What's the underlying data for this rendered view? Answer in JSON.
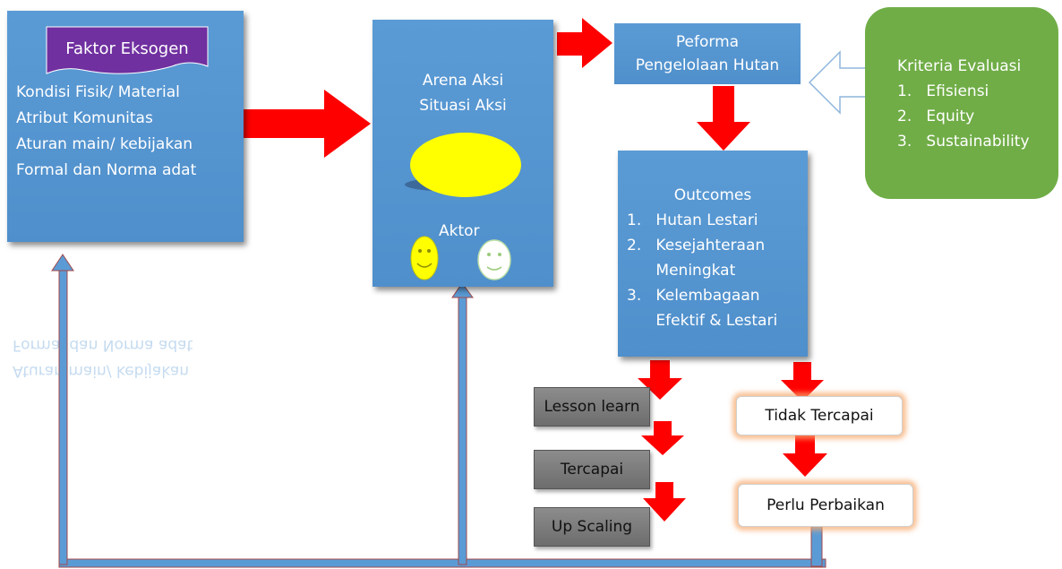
{
  "faktor_eksogen": {
    "title": "Faktor Eksogen",
    "lines": [
      "Kondisi Fisik/ Material",
      "Atribut Komunitas",
      "Aturan main/ kebijakan",
      "Formal dan Norma adat"
    ]
  },
  "arena": {
    "line1": "Arena Aksi",
    "line2": "Situasi Aksi",
    "aktor": "Aktor"
  },
  "peforma": {
    "line1": "Peforma",
    "line2": "Pengelolaan Hutan"
  },
  "kriteria": {
    "title": "Kriteria Evaluasi",
    "items": [
      "1.   Efisiensi",
      "2.   Equity",
      "3.   Sustainability"
    ]
  },
  "outcomes": {
    "title": "Outcomes",
    "items": [
      "1.   Hutan Lestari",
      "2.   Kesejahteraan",
      "      Meningkat",
      "3.   Kelembagaan",
      "      Efektif & Lestari"
    ]
  },
  "lesson_learn": "Lesson learn",
  "tercapai": "Tercapai",
  "up_scaling": "Up Scaling",
  "tidak_tercapai": "Tidak Tercapai",
  "perlu_perbaikan": "Perlu Perbaikan",
  "colors": {
    "box_blue": "#5b9bd5",
    "arrow_red": "#ff0000",
    "green": "#70ad47",
    "banner_purple": "#7030a0",
    "oval_yellow": "#ffff00"
  }
}
